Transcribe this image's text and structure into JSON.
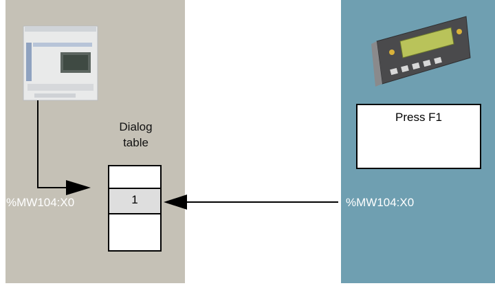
{
  "dialog_table": {
    "title_line1": "Dialog",
    "title_line2": "table",
    "value": "1"
  },
  "left_panel": {
    "variable_label": "%MW104:X0",
    "device_icon": "plc-controller-icon"
  },
  "right_panel": {
    "variable_label": "%MW104:X0",
    "screen_text": "Press F1",
    "device_icon": "hmi-display-terminal-icon"
  },
  "colors": {
    "left_panel_bg": "#c5c1b6",
    "right_panel_bg": "#6f9fb1",
    "highlight_row": "#dedede"
  }
}
